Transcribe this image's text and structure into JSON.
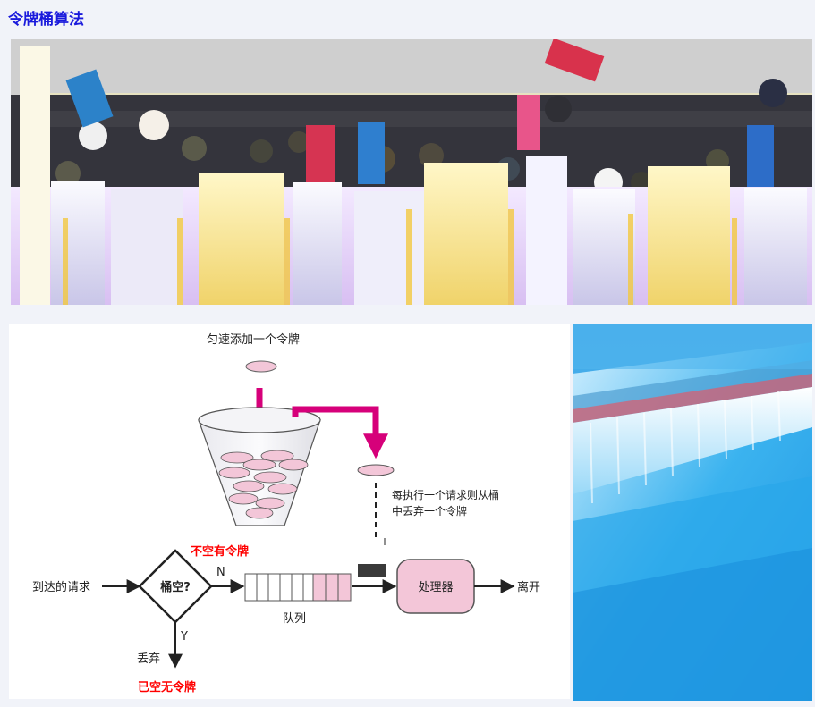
{
  "page": {
    "title": "令牌桶算法"
  },
  "diagram": {
    "top_label": "匀速添加一个令牌",
    "side_note_line1": "每执行一个请求则从桶",
    "side_note_line2": "中丢弃一个令牌",
    "not_empty": "不空有令牌",
    "empty": "已空无令牌",
    "request_in": "到达的请求",
    "decision": "桶空?",
    "yes": "Y",
    "no": "N",
    "queue": "队列",
    "processor": "处理器",
    "leave": "离开",
    "discard": "丢弃"
  },
  "colors": {
    "title": "#1a1adc",
    "accent_arrow": "#d6007a",
    "token": "#f3c6d8",
    "highlight_red": "#ff0000"
  },
  "images": {
    "top": "ice-sculpture-corridor-with-people-photo",
    "right": "blue-ice-wall-photo"
  }
}
